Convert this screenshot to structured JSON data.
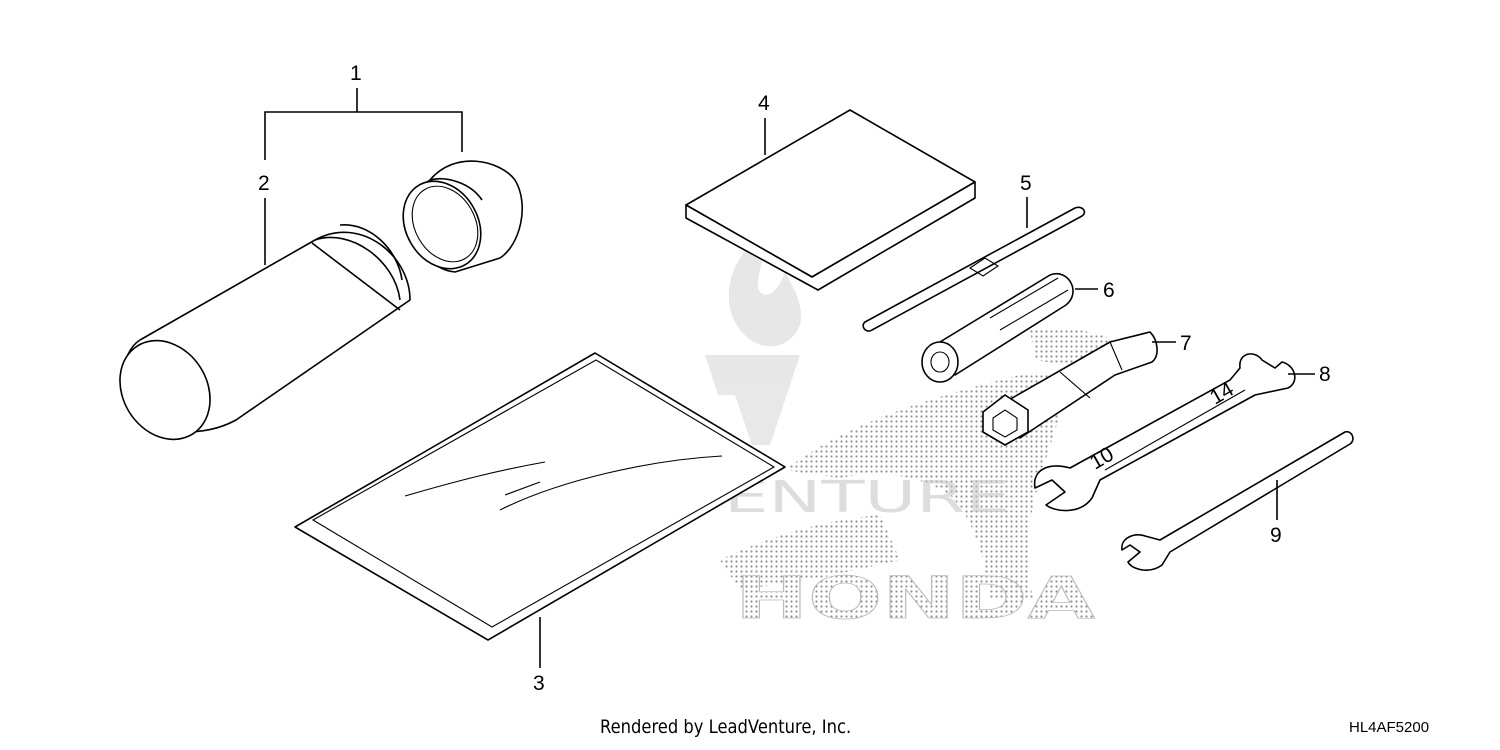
{
  "callouts": [
    {
      "n": "1"
    },
    {
      "n": "2"
    },
    {
      "n": "3"
    },
    {
      "n": "4"
    },
    {
      "n": "5"
    },
    {
      "n": "6"
    },
    {
      "n": "7"
    },
    {
      "n": "8"
    },
    {
      "n": "9"
    }
  ],
  "wrench_marks": {
    "large": "14",
    "small": "10"
  },
  "watermark": {
    "brand": "HONDA",
    "site": "LEADVENTURE"
  },
  "footer": {
    "credit": "Rendered by LeadVenture, Inc.",
    "diagram_code": "HL4AF5200"
  },
  "colors": {
    "line": "#000000",
    "watermark": "#b5b5b5",
    "logo_dots": "#9a9a9a"
  }
}
